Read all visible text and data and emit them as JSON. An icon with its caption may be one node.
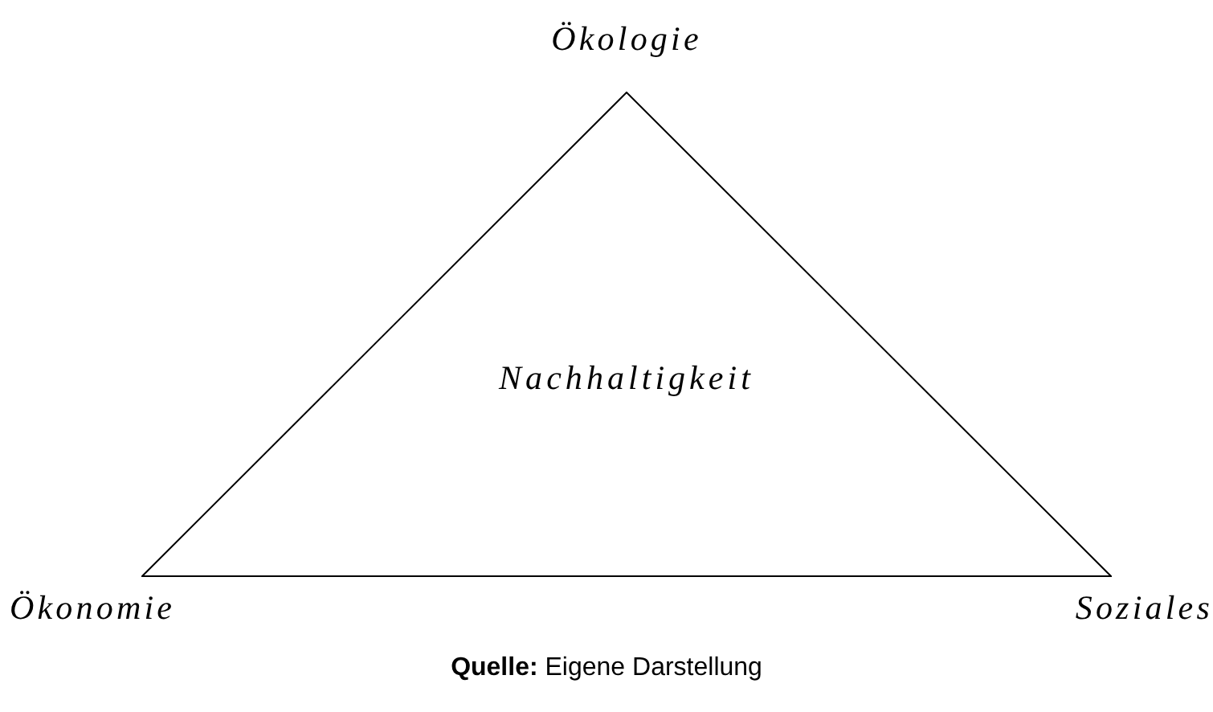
{
  "diagram": {
    "nodes": [
      {
        "text": [
          "Nachhaltigkeit"
        ],
        "beside": [
          "Ökologie",
          "Ökonomie",
          "Soziales"
        ]
      }
    ],
    "caption": "**Quelle:** Eigene Darstellung"
  }
}
